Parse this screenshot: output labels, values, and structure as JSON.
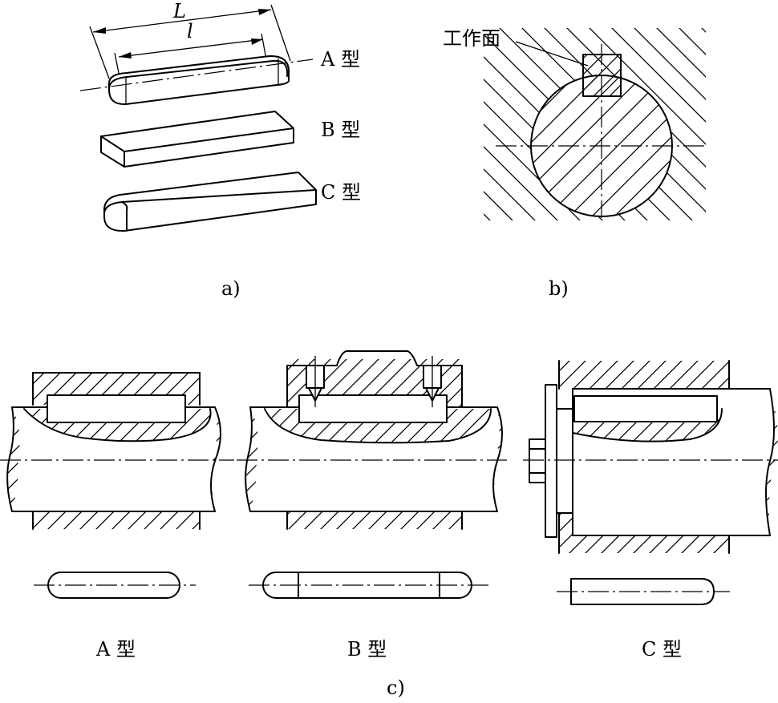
{
  "panel_a": {
    "dim_L": "L",
    "dim_l": "l",
    "label_A": "A 型",
    "label_B": "B 型",
    "label_C": "C 型",
    "caption": "a)"
  },
  "panel_b": {
    "callout": "工作面",
    "caption": "b)"
  },
  "panel_c": {
    "label_A": "A 型",
    "label_B": "B 型",
    "label_C": "C 型",
    "caption": "c)"
  }
}
